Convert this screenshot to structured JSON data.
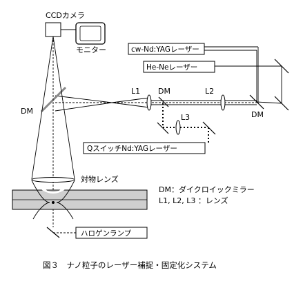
{
  "labels": {
    "ccd": "CCDカメラ",
    "monitor": "モニター",
    "cw_laser": "cw-Nd:YAGレーザー",
    "hene_laser": "He-Neレーザー",
    "dm_left": "DM",
    "dm_mid": "DM",
    "dm_right": "DM",
    "l1": "L1",
    "l2": "L2",
    "l3": "L3",
    "qswitch_laser": "QスイッチNd:YAGレーザー",
    "objective": "対物レンズ",
    "legend_dm": "DM：ダイクロイックミラー",
    "legend_lens": "L1, L2, L3 ：レンズ",
    "halogen": "ハロゲンランプ",
    "caption": "図３　ナノ粒子のレーザー補捉・固定化システム"
  },
  "colors": {
    "line": "#000000",
    "sample_fill": "#cfcfcf",
    "mirror_gray": "#888888"
  }
}
